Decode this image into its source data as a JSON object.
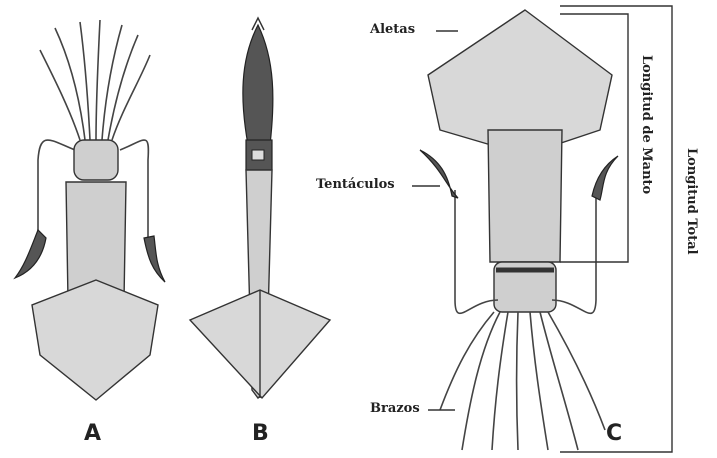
{
  "labels": {
    "aletas": "Aletas",
    "tentaculos": "Tentáculos",
    "brazos": "Brazos",
    "longitud_manto": "Longitud de Manto",
    "longitud_total": "Longitud Total"
  },
  "figures": {
    "a": "A",
    "b": "B",
    "c": "C"
  }
}
